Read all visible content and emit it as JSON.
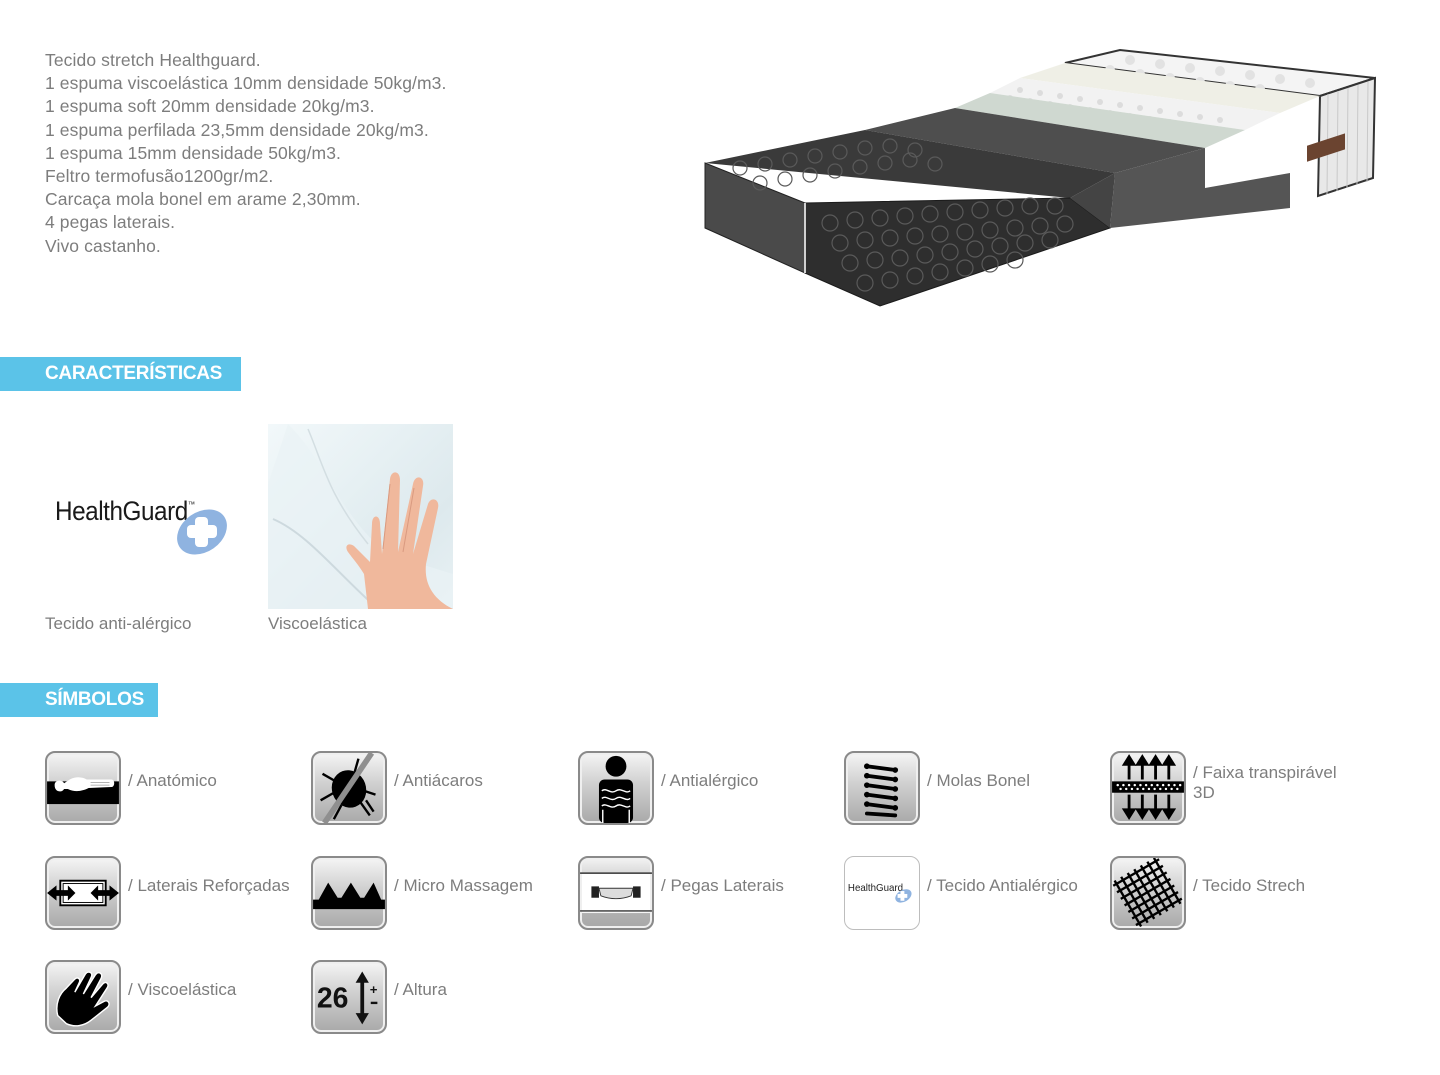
{
  "specifications": [
    "Tecido stretch Healthguard.",
    "1 espuma viscoelástica 10mm densidade 50kg/m3.",
    "1 espuma soft 20mm densidade 20kg/m3.",
    "1 espuma perfilada 23,5mm densidade 20kg/m3.",
    "1 espuma 15mm densidade 50kg/m3.",
    "Feltro termofusão1200gr/m2.",
    "Carcaça mola bonel em arame 2,30mm.",
    "4 pegas laterais.",
    "Vivo castanho."
  ],
  "product_image": {
    "alt": "mattress-cross-section"
  },
  "sections": {
    "characteristics": {
      "title": "CARACTERÍSTICAS"
    },
    "symbols": {
      "title": "SÍMBOLOS"
    }
  },
  "features": [
    {
      "caption": "Tecido anti-alérgico",
      "logo_text": "HealthGuard",
      "logo_tm": "™",
      "icon": "healthguard-logo"
    },
    {
      "caption": "Viscoelástica",
      "icon": "hand-on-foam-photo"
    }
  ],
  "symbols": [
    {
      "label": "/ Anatómico",
      "icon": "anatomic-icon"
    },
    {
      "label": "/ Antiácaros",
      "icon": "anti-mite-icon"
    },
    {
      "label": "/ Antialérgico",
      "icon": "anti-allergic-icon"
    },
    {
      "label": "/ Molas Bonel",
      "icon": "bonnell-springs-icon"
    },
    {
      "label": "/ Faixa transpirável 3D",
      "icon": "breathable-3d-band-icon"
    },
    {
      "label": "/ Laterais Reforçadas",
      "icon": "reinforced-sides-icon"
    },
    {
      "label": "/ Micro Massagem",
      "icon": "micro-massage-icon"
    },
    {
      "label": "/ Pegas Laterais",
      "icon": "side-handles-icon"
    },
    {
      "label": "/ Tecido Antialérgico",
      "icon": "healthguard-fabric-icon",
      "icon_text": "HealthGuard"
    },
    {
      "label": "/ Tecido Strech",
      "icon": "stretch-fabric-icon"
    },
    {
      "label": "/ Viscoelástica",
      "icon": "viscoelastic-hand-icon"
    },
    {
      "label": "/ Altura",
      "icon": "height-icon",
      "icon_text": "26"
    }
  ],
  "colors": {
    "section_header_bg": "#5bc3e8",
    "section_header_text": "#ffffff",
    "body_text": "#7d7d7d",
    "healthguard_blue": "#8fb3e0"
  }
}
